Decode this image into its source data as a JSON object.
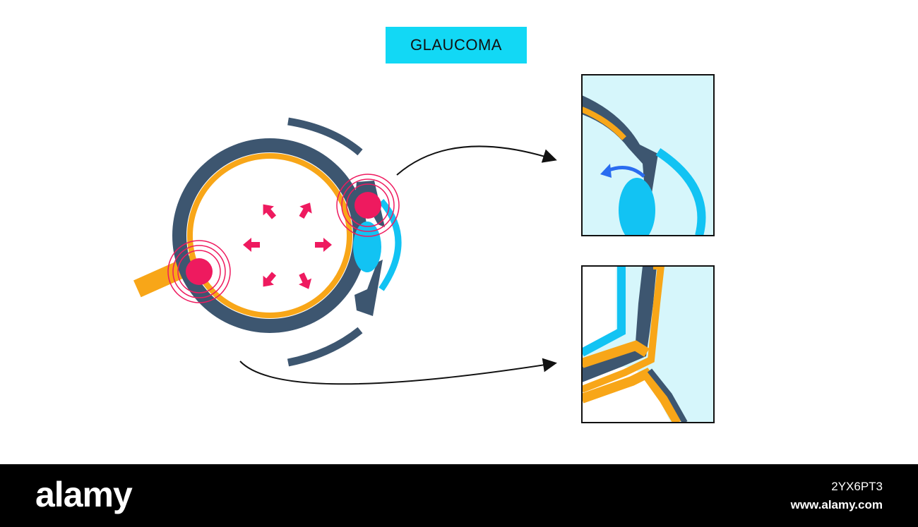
{
  "title": "GLAUCOMA",
  "colors": {
    "title_bg": "#12d8f5",
    "sclera": "#3d5670",
    "retina": "#f8a618",
    "fluid": "#d6f6fb",
    "lens": "#12c3f3",
    "pressure": "#ee1a5f",
    "flow_arrow": "#2a6cf0"
  },
  "icons": [
    "pressure-arrow-icon",
    "pressure-point-icon",
    "pointer-arrow-icon",
    "flow-arrow-icon"
  ],
  "footer": {
    "brand": "alamy",
    "image_id": "2YX6PT3",
    "site": "www.alamy.com"
  }
}
